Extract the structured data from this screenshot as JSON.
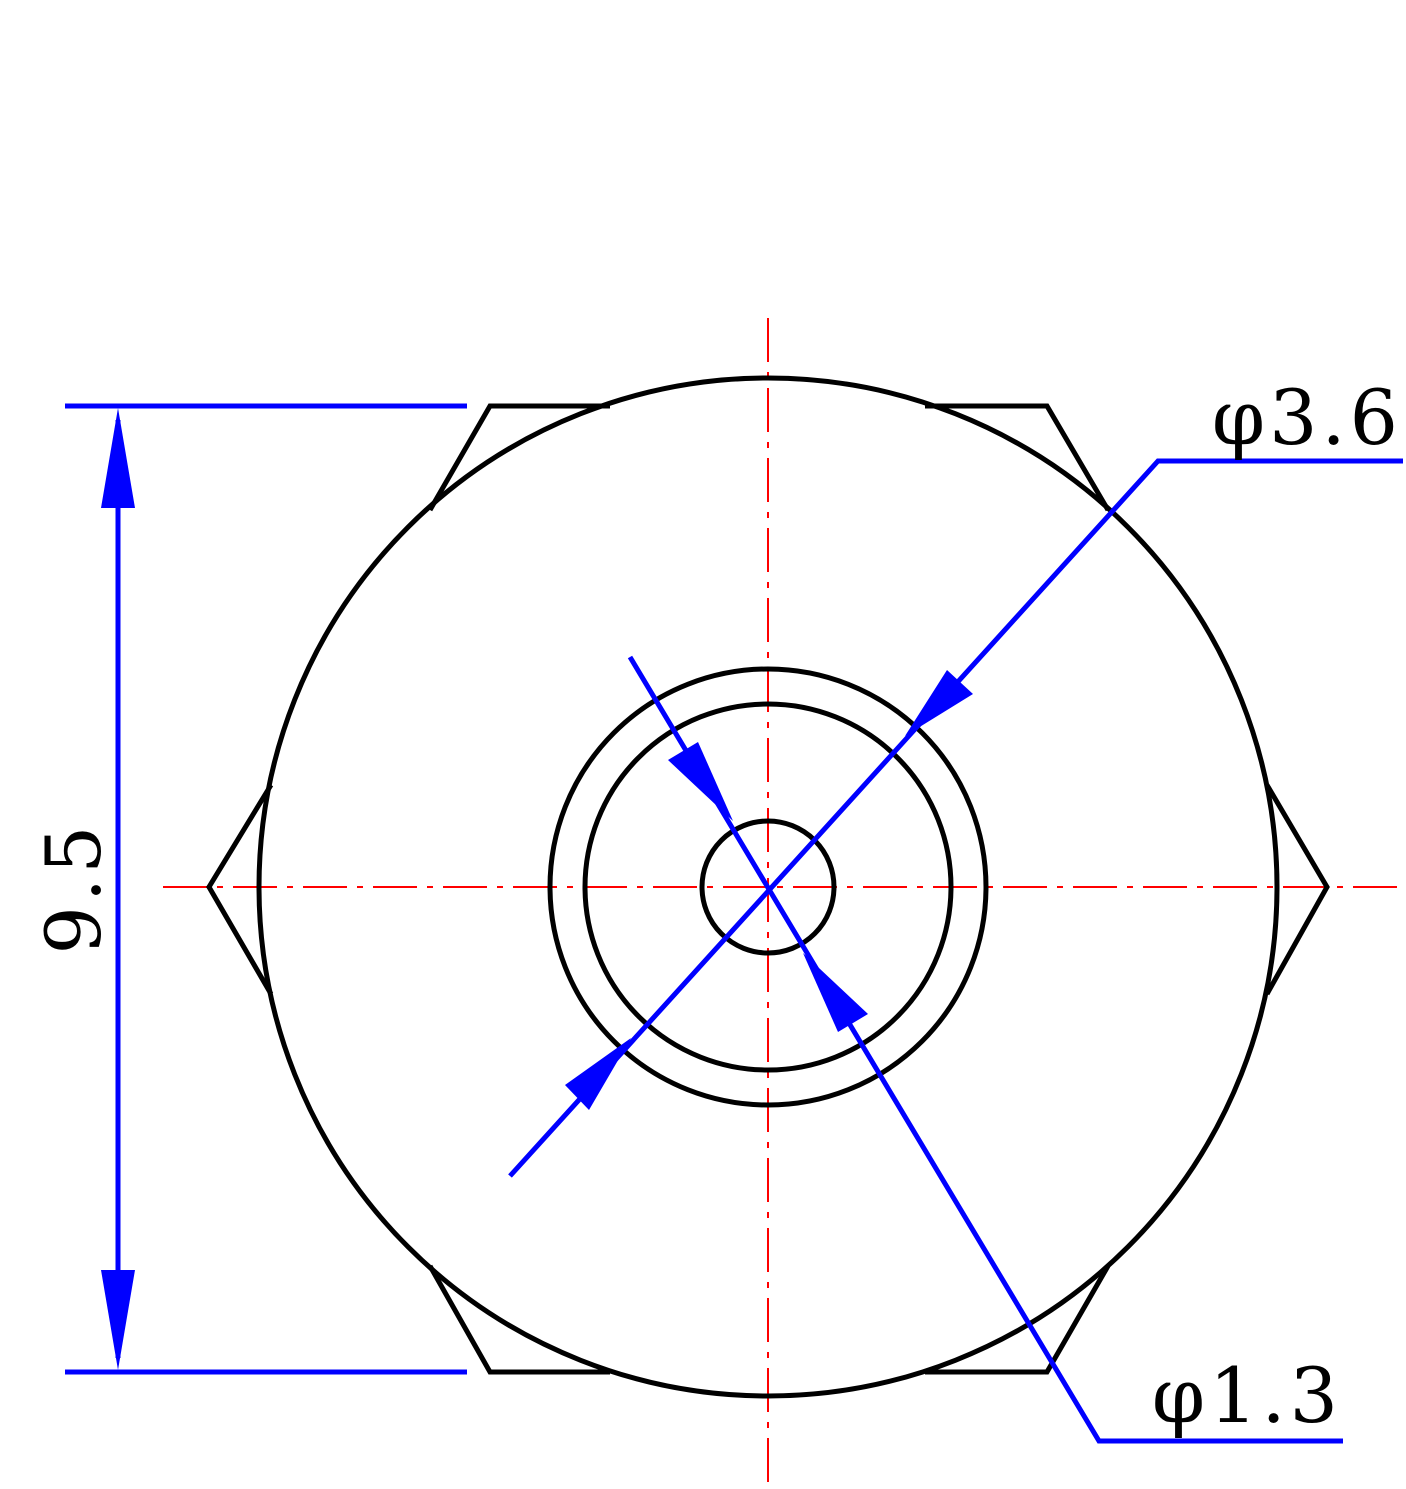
{
  "dimensions": {
    "height_label": "9.5",
    "outer_diameter_label": "φ3.6",
    "inner_diameter_label": "φ1.3"
  },
  "colors": {
    "outline": "#000000",
    "dimension": "#0000ff",
    "centerline": "#ff0000",
    "background": "#ffffff"
  }
}
